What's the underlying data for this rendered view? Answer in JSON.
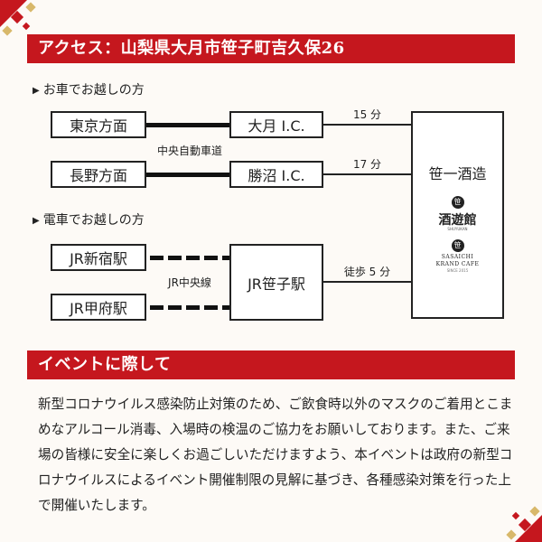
{
  "access": {
    "heading": "アクセス：山梨県大月市笹子町吉久保26",
    "by_car": {
      "heading": "お車でお越しの方",
      "origins": [
        "東京方面",
        "長野方面"
      ],
      "highway_label": "中央自動車道",
      "exits": [
        "大月 I.C.",
        "勝沼 I.C."
      ],
      "durations": [
        "15 分",
        "17 分"
      ]
    },
    "by_train": {
      "heading": "電車でお越しの方",
      "origins": [
        "JR新宿駅",
        "JR甲府駅"
      ],
      "line_label": "JR中央線",
      "station": "JR笹子駅",
      "walk": "徒歩 5 分"
    },
    "destination": {
      "name": "笹一酒造",
      "logo1_emblem": "笹",
      "logo1_text": "酒遊館",
      "logo1_small": "SHUYUKAN",
      "logo2_emblem": "笹",
      "logo2_line1": "SASAICHI",
      "logo2_line2": "KRAND CAFE",
      "logo2_small": "SINCE 2015"
    }
  },
  "event": {
    "heading": "イベントに際して",
    "body": "新型コロナウイルス感染防止対策のため、ご飲食時以外のマスクのご着用とこまめなアルコール消毒、入場時の検温のご協力をお願いしております。また、ご来場の皆様に安全に楽しくお過ごしいただけますよう、本イベントは政府の新型コロナウイルスによるイベント開催制限の見解に基づき、各種感染対策を行った上で開催いたします。"
  },
  "colors": {
    "accent_red": "#c5171e",
    "background": "#fdfaf6",
    "text": "#222222"
  }
}
